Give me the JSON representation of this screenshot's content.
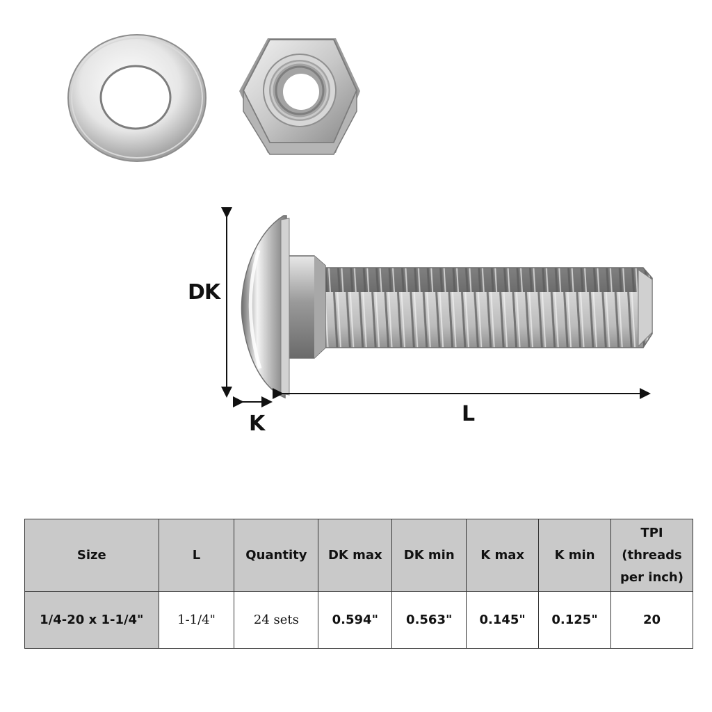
{
  "diagram": {
    "labels": {
      "dk": "DK",
      "k": "K",
      "l": "L"
    },
    "metal_color": "#b8b8b8"
  },
  "table": {
    "headers": {
      "size": "Size",
      "l": "L",
      "quantity": "Quantity",
      "dk_max": "DK max",
      "dk_min": "DK min",
      "k_max": "K max",
      "k_min": "K min",
      "tpi": "TPI (threads per inch)"
    },
    "row": {
      "size": "1/4-20 x 1-1/4\"",
      "l": "1-1/4\"",
      "quantity": "24 sets",
      "dk_max": "0.594\"",
      "dk_min": "0.563\"",
      "k_max": "0.145\"",
      "k_min": "0.125\"",
      "tpi": "20"
    },
    "header_bg": "#c9c9c9"
  }
}
